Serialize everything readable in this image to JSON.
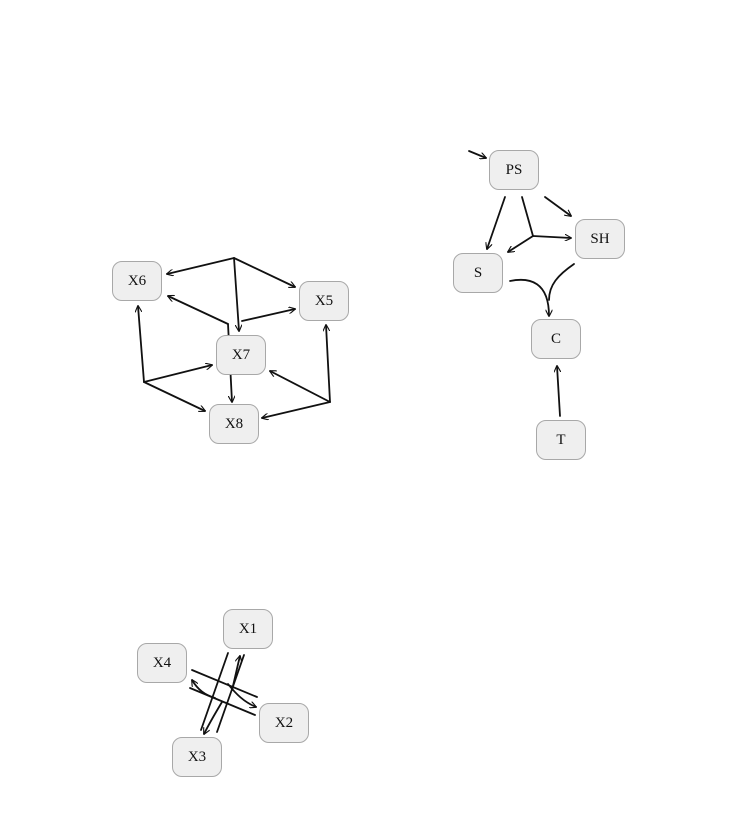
{
  "diagrams": [
    {
      "id": "cube",
      "nodes": [
        {
          "id": "X6",
          "label": "X6"
        },
        {
          "id": "X5",
          "label": "X5"
        },
        {
          "id": "X7",
          "label": "X7"
        },
        {
          "id": "X8",
          "label": "X8"
        }
      ]
    },
    {
      "id": "ps",
      "nodes": [
        {
          "id": "PS",
          "label": "PS"
        },
        {
          "id": "SH",
          "label": "SH"
        },
        {
          "id": "S",
          "label": "S"
        },
        {
          "id": "C",
          "label": "C"
        },
        {
          "id": "T",
          "label": "T"
        }
      ]
    },
    {
      "id": "cycle",
      "nodes": [
        {
          "id": "X1",
          "label": "X1"
        },
        {
          "id": "X4",
          "label": "X4"
        },
        {
          "id": "X2",
          "label": "X2"
        },
        {
          "id": "X3",
          "label": "X3"
        }
      ]
    }
  ],
  "style": {
    "node_fill": "#efefef",
    "node_border": "#a8a8a8",
    "edge_color": "#111111"
  }
}
